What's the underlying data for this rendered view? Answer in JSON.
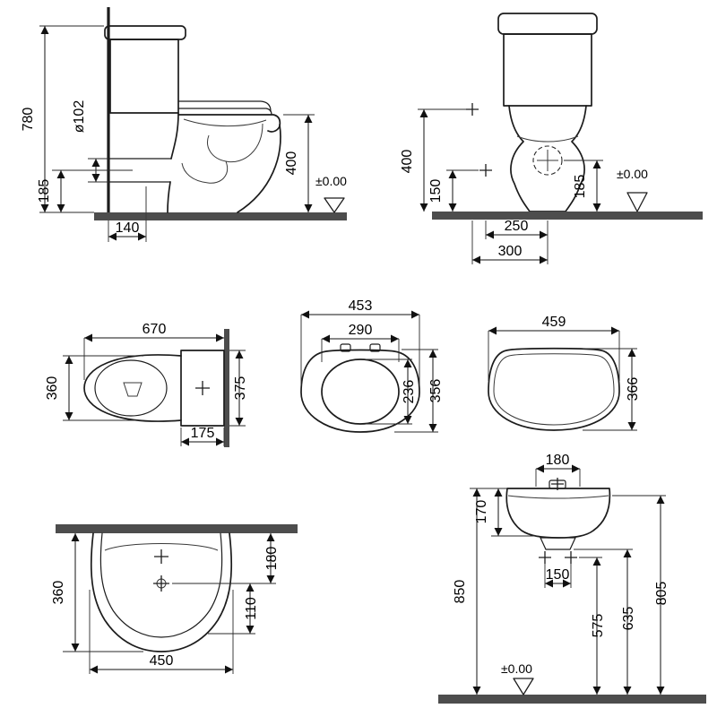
{
  "labels": {
    "side": {
      "h780": "780",
      "d102": "ø102",
      "h185": "185",
      "h400": "400",
      "w140": "140",
      "datum": "±0.00"
    },
    "front": {
      "h400": "400",
      "h150": "150",
      "h185": "185",
      "w250": "250",
      "w300": "300",
      "datum": "±0.00"
    },
    "plan": {
      "d670": "670",
      "w360": "360",
      "w375": "375",
      "d175": "175"
    },
    "seat": {
      "w453": "453",
      "w290": "290",
      "d236": "236",
      "d356": "356"
    },
    "lid": {
      "w459": "459",
      "d366": "366"
    },
    "basin_plan": {
      "d360": "360",
      "d180": "180",
      "d110": "110",
      "w450": "450"
    },
    "basin_front": {
      "w180": "180",
      "h170": "170",
      "w150": "150",
      "h850": "850",
      "h575": "575",
      "h635": "635",
      "h805": "805",
      "datum": "±0.00"
    }
  },
  "colors": {
    "line": "#1c1c1c",
    "solid_fill": "#4d4d4d",
    "background": "#ffffff"
  }
}
